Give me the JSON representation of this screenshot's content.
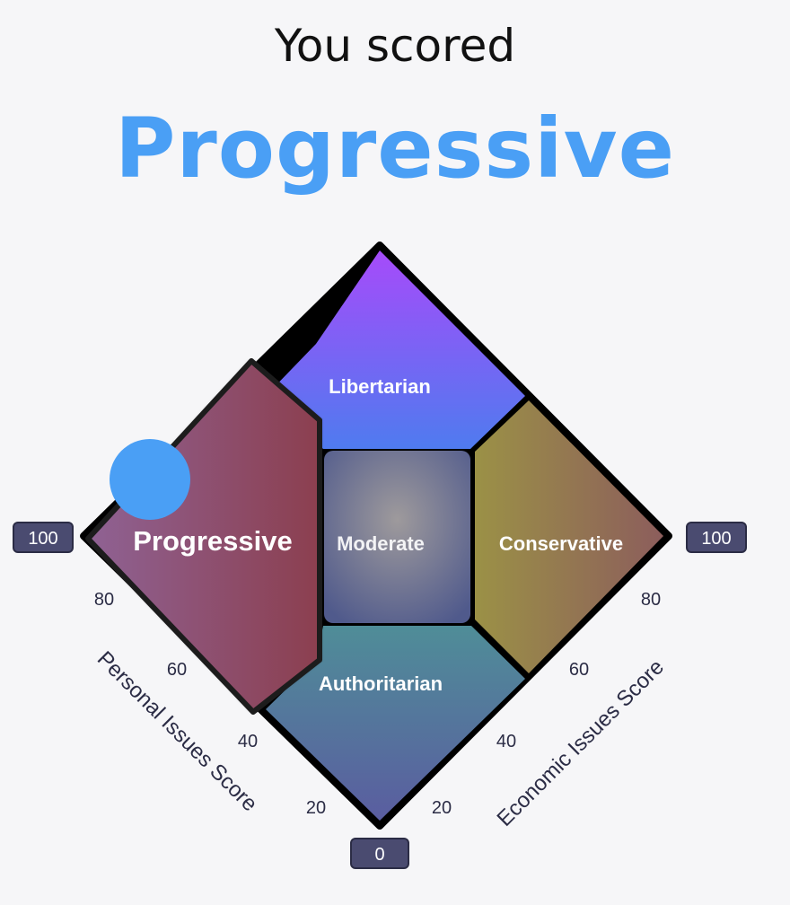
{
  "header": {
    "line1": "You scored",
    "result": "Progressive"
  },
  "colors": {
    "accent": "#4a9ff5",
    "libertarian_top": "#a64bfa",
    "libertarian_bottom": "#4f7bef",
    "conservative_left": "#9b9146",
    "conservative_right": "#8c5d5c",
    "authoritarian_top": "#4f8d98",
    "authoritarian_bottom": "#5a5da0",
    "progressive_left": "#8f6294",
    "progressive_right": "#8c3f4f",
    "moderate_center": "#9e9a9c",
    "moderate_edge": "#505a8c",
    "badge": "#4a4b70"
  },
  "regions": {
    "libertarian": "Libertarian",
    "progressive": "Progressive",
    "moderate": "Moderate",
    "conservative": "Conservative",
    "authoritarian": "Authoritarian"
  },
  "axes": {
    "personal": {
      "label": "Personal Issues Score",
      "ticks": [
        "20",
        "40",
        "60",
        "80"
      ],
      "max_badge": "100"
    },
    "economic": {
      "label": "Economic Issues Score",
      "ticks": [
        "20",
        "40",
        "60",
        "80"
      ],
      "max_badge": "100"
    },
    "origin_badge": "0"
  },
  "marker": {
    "name": "your-score-marker"
  }
}
